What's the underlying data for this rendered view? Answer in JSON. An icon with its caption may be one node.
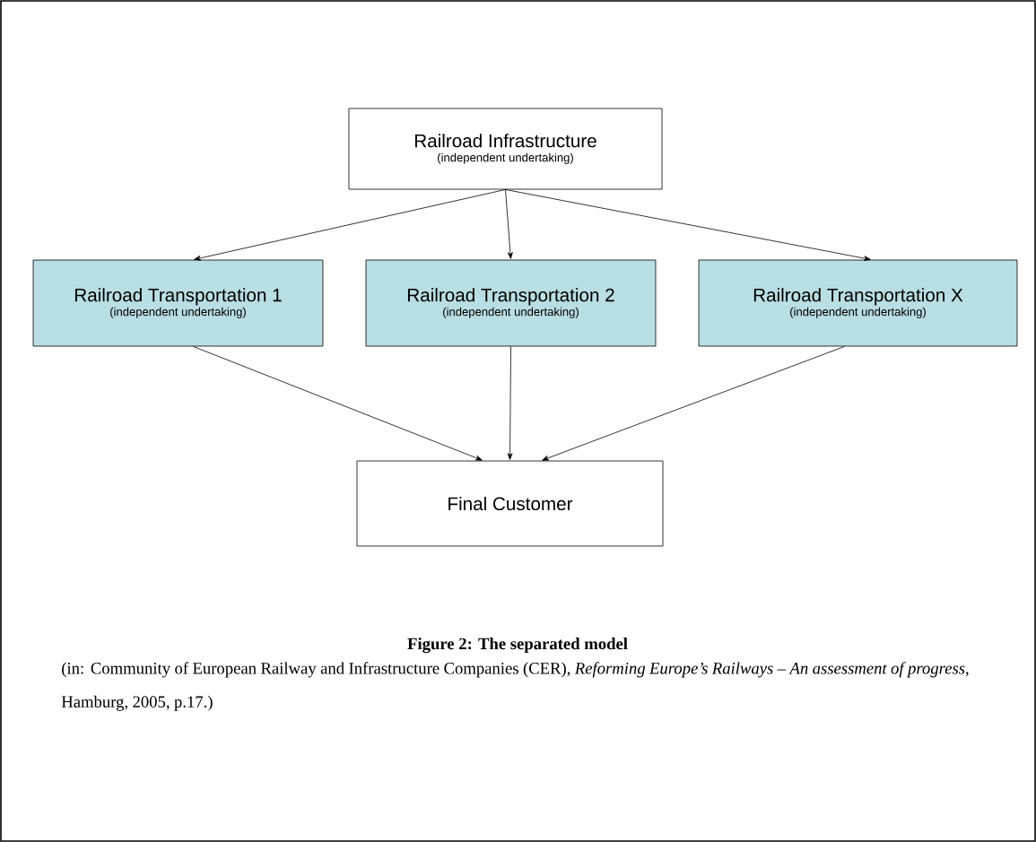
{
  "diagram": {
    "title": "Figure 2: The separated model",
    "caption": "(in: Community of European Railway and Infrastructure Companies (CER), *Reforming Europe’s Railways – An assessment of progress*, Hamburg, 2005, p.17.)",
    "nodes": [
      {
        "text": [
          "Railroad Infrastructure",
          "(independent undertaking)"
        ]
      },
      {
        "text": [
          "Railroad Transportation 1",
          "(independent undertaking)"
        ]
      },
      {
        "text": [
          "Railroad Transportation 2",
          "(independent undertaking)"
        ]
      },
      {
        "text": [
          "Railroad Transportation X",
          "(independent undertaking)"
        ]
      },
      {
        "text": [
          "Final Customer"
        ]
      }
    ],
    "edges": [
      {
        "from": 0,
        "to": 1,
        "arrow": "to"
      },
      {
        "from": 0,
        "to": 2,
        "arrow": "to"
      },
      {
        "from": 0,
        "to": 3,
        "arrow": "to"
      },
      {
        "from": 1,
        "to": 4,
        "arrow": "to"
      },
      {
        "from": 2,
        "to": 4,
        "arrow": "to"
      },
      {
        "from": 3,
        "to": 4,
        "arrow": "to"
      }
    ]
  }
}
